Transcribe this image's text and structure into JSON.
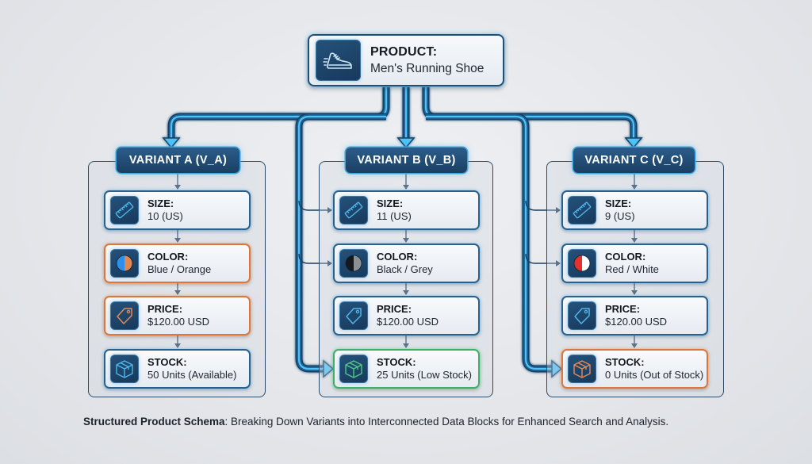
{
  "product": {
    "label": "PRODUCT:",
    "value": "Men's Running Shoe",
    "icon": "running-shoe-icon"
  },
  "variants": [
    {
      "title": "VARIANT A (V_A)",
      "size": {
        "label": "SIZE:",
        "value": "10 (US)",
        "icon": "ruler-icon",
        "accent": "blue"
      },
      "color": {
        "label": "COLOR:",
        "value": "Blue / Orange",
        "icon": "color-swatch-icon",
        "accent": "orange",
        "swatch": [
          "#2f8fe8",
          "#e0884f"
        ]
      },
      "price": {
        "label": "PRICE:",
        "value": "$120.00 USD",
        "icon": "price-tag-icon",
        "accent": "orange"
      },
      "stock": {
        "label": "STOCK:",
        "value": "50 Units (Available)",
        "icon": "box-icon",
        "accent": "blue"
      }
    },
    {
      "title": "VARIANT B (V_B)",
      "size": {
        "label": "SIZE:",
        "value": "11 (US)",
        "icon": "ruler-icon",
        "accent": "blue"
      },
      "color": {
        "label": "COLOR:",
        "value": "Black / Grey",
        "icon": "color-swatch-icon",
        "accent": "blue",
        "swatch": [
          "#15181c",
          "#8c8f94"
        ]
      },
      "price": {
        "label": "PRICE:",
        "value": "$120.00 USD",
        "icon": "price-tag-icon",
        "accent": "blue"
      },
      "stock": {
        "label": "STOCK:",
        "value": "25 Units (Low Stock)",
        "icon": "box-icon",
        "accent": "green"
      }
    },
    {
      "title": "VARIANT C (V_C)",
      "size": {
        "label": "SIZE:",
        "value": "9 (US)",
        "icon": "ruler-icon",
        "accent": "blue"
      },
      "color": {
        "label": "COLOR:",
        "value": "Red / White",
        "icon": "color-swatch-icon",
        "accent": "blue",
        "swatch": [
          "#e5312b",
          "#ffffff"
        ]
      },
      "price": {
        "label": "PRICE:",
        "value": "$120.00 USD",
        "icon": "price-tag-icon",
        "accent": "blue"
      },
      "stock": {
        "label": "STOCK:",
        "value": "0 Units (Out of Stock)",
        "icon": "box-icon",
        "accent": "orange"
      }
    }
  ],
  "caption": {
    "bold": "Structured Product Schema",
    "rest": ": Breaking Down Variants into Interconnected Data Blocks for Enhanced Search and Analysis."
  },
  "colors": {
    "connector": "#1f5f92",
    "connector_glow": "#4fc3f7",
    "accent_blue": "#28608f",
    "accent_orange": "#d9773f",
    "accent_green": "#3fae6a"
  }
}
